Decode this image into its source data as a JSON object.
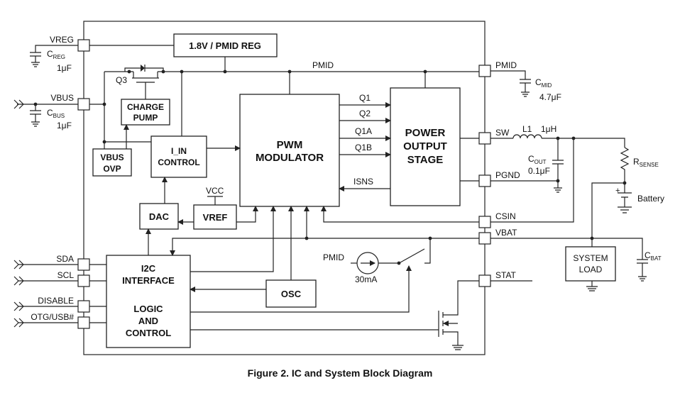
{
  "figure": {
    "caption": "Figure 2.  IC and System Block Diagram"
  },
  "blocks": {
    "reg": "1.8V / PMID REG",
    "charge_pump": [
      "CHARGE",
      "PUMP"
    ],
    "vbus_ovp": [
      "VBUS",
      "OVP"
    ],
    "i_in_control": [
      "I_IN",
      "CONTROL"
    ],
    "pwm": [
      "PWM",
      "MODULATOR"
    ],
    "power_stage": [
      "POWER",
      "OUTPUT",
      "STAGE"
    ],
    "dac": "DAC",
    "vref": "VREF",
    "osc": "OSC",
    "i2c": [
      "I2C",
      "INTERFACE"
    ],
    "logic": [
      "LOGIC",
      "AND",
      "CONTROL"
    ],
    "system_load": [
      "SYSTEM",
      "LOAD"
    ]
  },
  "pins_left": [
    "VREG",
    "VBUS",
    "SDA",
    "SCL",
    "DISABLE",
    "OTG/USB#"
  ],
  "pins_right": [
    "PMID",
    "SW",
    "PGND",
    "CSIN",
    "VBAT",
    "STAT"
  ],
  "signals": {
    "pmid_net": "PMID",
    "q1": "Q1",
    "q2": "Q2",
    "q1a": "Q1A",
    "q1b": "Q1B",
    "isns": "ISNS",
    "vcc": "VCC",
    "q3": "Q3",
    "pmid_src": "PMID",
    "current": "30mA"
  },
  "components": {
    "creg": {
      "name": "C",
      "sub": "REG",
      "value": "1μF"
    },
    "cbus": {
      "name": "C",
      "sub": "BUS",
      "value": "1μF"
    },
    "cmid": {
      "name": "C",
      "sub": "MID",
      "value": "4.7μF"
    },
    "inductor": {
      "name": "L1",
      "value": "1μH"
    },
    "cout": {
      "name": "C",
      "sub": "OUT",
      "value": "0.1μF"
    },
    "rsense": {
      "name": "R",
      "sub": "SENSE"
    },
    "battery": "Battery",
    "cbat": {
      "name": "C",
      "sub": "BAT"
    }
  }
}
